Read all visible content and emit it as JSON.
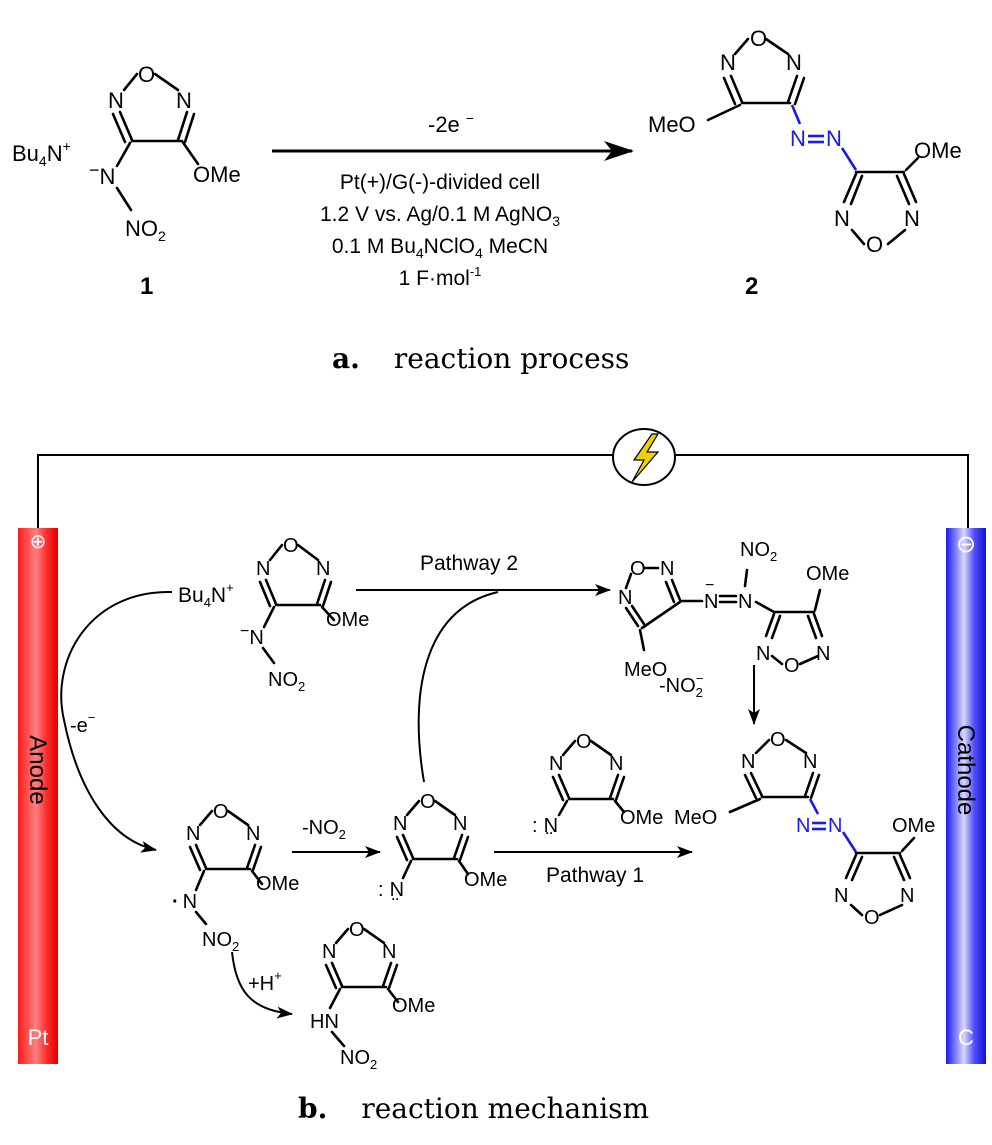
{
  "section_a": {
    "label": "a.",
    "caption": "reaction process",
    "compound1": {
      "counterion": "Bu",
      "counterion_sub": "4",
      "counterion_tail": "N",
      "counterion_sup": "+",
      "number": "1"
    },
    "arrow_top": "-2e",
    "arrow_top_sup": "−",
    "conditions": {
      "line1": "Pt(+)/G(-)-divided cell",
      "line2": "1.2 V vs. Ag/0.1 M AgNO",
      "line2_sub": "3",
      "line3_pre": "0.1 M Bu",
      "line3_sub1": "4",
      "line3_mid": "NClO",
      "line3_sub2": "4",
      "line3_post": " MeCN",
      "line4": "1 F·mol",
      "line4_sup": "-1"
    },
    "compound2": {
      "number": "2"
    }
  },
  "section_b": {
    "label": "b.",
    "caption": "reaction mechanism",
    "anode": {
      "label": "Anode",
      "sign": "⊕",
      "material": "Pt",
      "color": "#ff1010"
    },
    "cathode": {
      "label": "Cathode",
      "sign": "⊖",
      "material": "C",
      "color": "#2020ee"
    },
    "power_icon": "lightning-bolt-icon",
    "pathway1": "Pathway 1",
    "pathway2": "Pathway 2",
    "minus_e": "-e",
    "minus_e_sup": "−",
    "minus_no2": "-NO",
    "minus_no2_sub": "2",
    "minus_no2_ion": "-NO",
    "minus_no2_ion_sub": "2",
    "minus_no2_ion_sup": "−",
    "plus_h": "+H",
    "plus_h_sup": "+"
  },
  "atoms": {
    "O": "O",
    "N": "N",
    "OMe": "OMe",
    "MeO": "MeO",
    "NO": "NO",
    "sub2": "2",
    "HN": "HN",
    "Bu": "Bu",
    "sub4": "4",
    "sup_plus": "+",
    "minus": "−",
    "dot": "·",
    "colon": ":",
    "colon_below": "¨"
  }
}
